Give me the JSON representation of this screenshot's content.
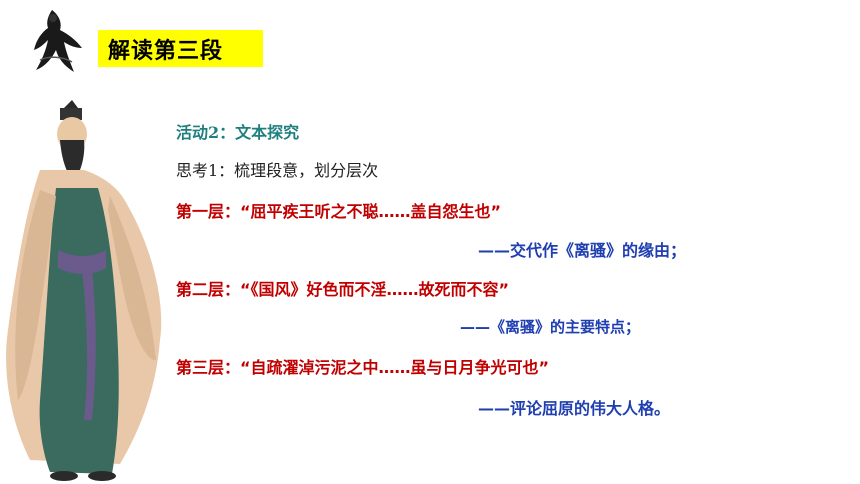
{
  "header": {
    "title": "解读第三段"
  },
  "content": {
    "activity": "活动2：文本探究",
    "think": "思考1：梳理段意，划分层次",
    "layers": [
      {
        "label": "第一层：“屈平疾王听之不聪……盖自怨生也”",
        "note": "——交代作《离骚》的缘由；"
      },
      {
        "label": "第二层：“《国风》好色而不淫……故死而不容”",
        "note": "——《离骚》的主要特点；"
      },
      {
        "label": "第三层：“自疏濯淖污泥之中……虽与日月争光可也”",
        "note": "——评论屈原的伟大人格。"
      }
    ]
  },
  "colors": {
    "title_bg": "#ffff00",
    "activity": "#1e7f7f",
    "layer": "#c00000",
    "note": "#1f3fb0"
  },
  "icons": [
    "ink-figure-icon",
    "scholar-figure-image"
  ]
}
